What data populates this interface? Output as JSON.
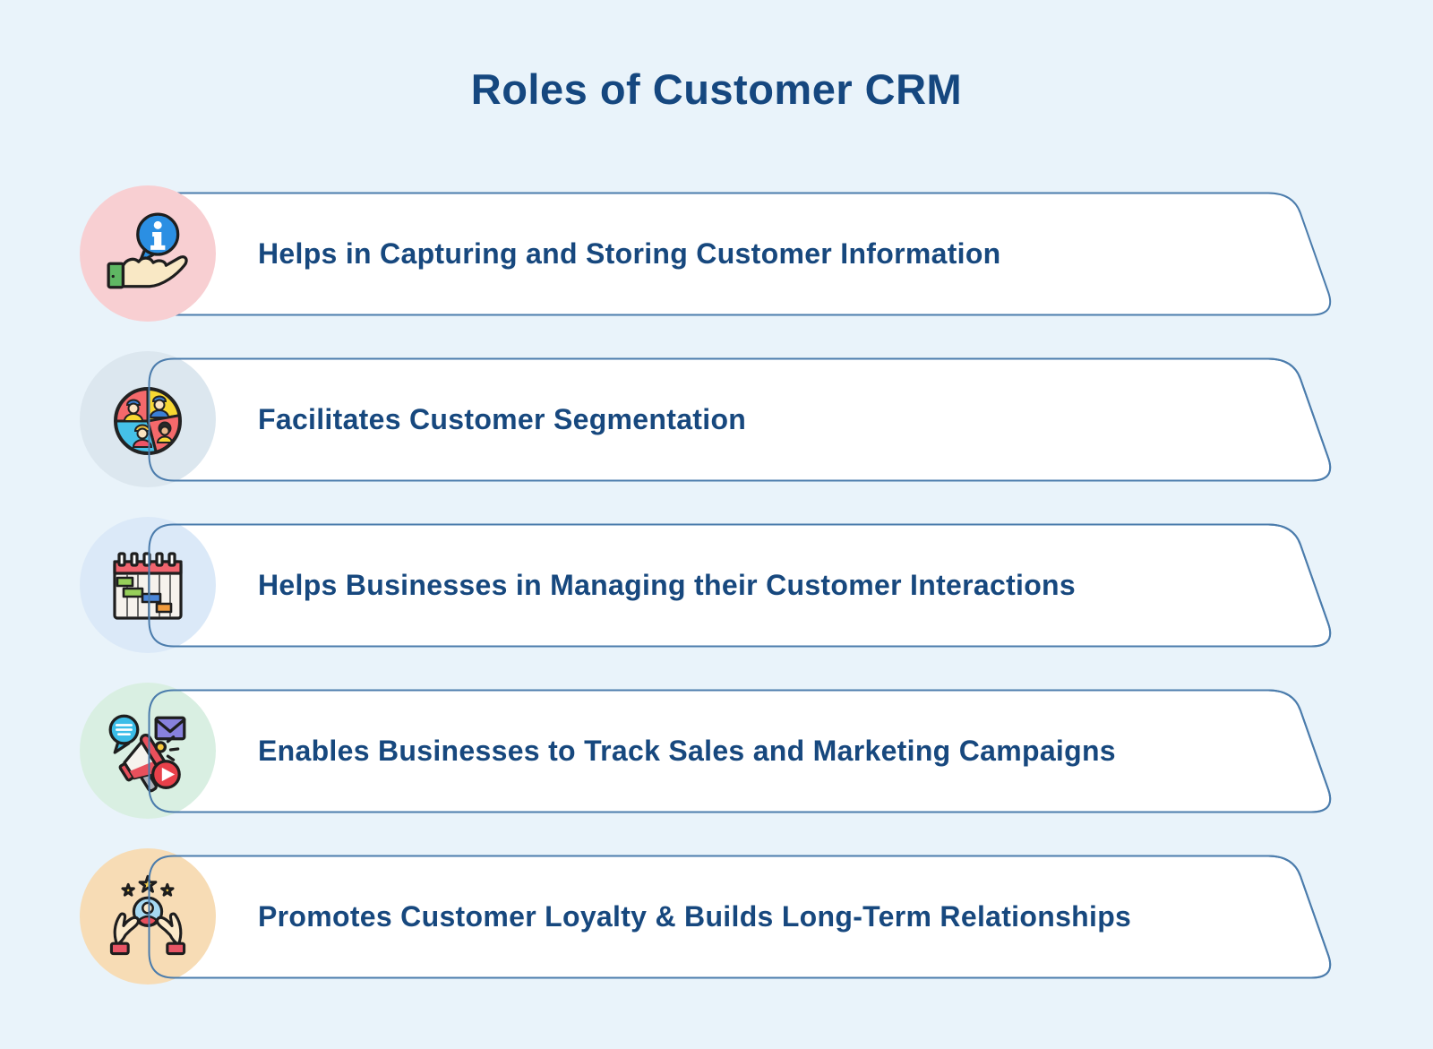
{
  "title": "Roles of Customer CRM",
  "colors": {
    "background": "#e9f3fa",
    "title_text": "#15477f",
    "row_text": "#17487e",
    "banner_fill": "#ffffff",
    "banner_border": "#4b7cac"
  },
  "rows": [
    {
      "label": "Helps in Capturing and Storing Customer Information",
      "icon": "hand-info-icon",
      "circle_color": "#f8cfd2"
    },
    {
      "label": "Facilitates Customer Segmentation",
      "icon": "customer-segmentation-pie-icon",
      "circle_color": "#dce7ef"
    },
    {
      "label": "Helps Businesses in Managing their Customer Interactions",
      "icon": "gantt-calendar-icon",
      "circle_color": "#dbe9f8"
    },
    {
      "label": "Enables Businesses to Track Sales and Marketing Campaigns",
      "icon": "megaphone-marketing-icon",
      "circle_color": "#d9efe2"
    },
    {
      "label": "Promotes Customer Loyalty & Builds Long-Term Relationships",
      "icon": "loyalty-hands-icon",
      "circle_color": "#f7dcb5"
    }
  ]
}
